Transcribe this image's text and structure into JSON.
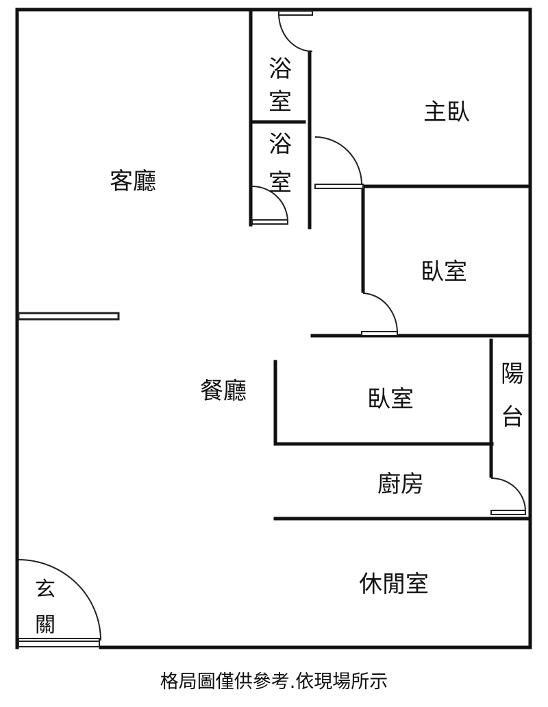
{
  "rooms": {
    "bath1": [
      "浴",
      "室"
    ],
    "bath2": [
      "浴",
      "室"
    ],
    "master_bedroom": "主臥",
    "living_room": "客廳",
    "bedroom1": "臥室",
    "dining_room": "餐廳",
    "bedroom2": "臥室",
    "balcony": [
      "陽",
      "台"
    ],
    "kitchen": "廚房",
    "lounge": "休閒室",
    "entrance": [
      "玄",
      "關"
    ]
  },
  "caption": "格局圖僅供參考.依現場所示"
}
